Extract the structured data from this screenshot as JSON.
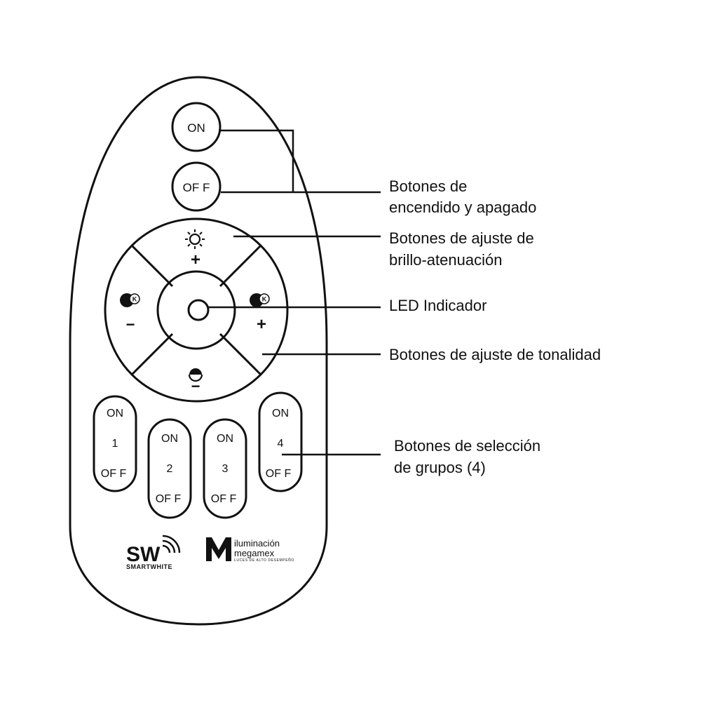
{
  "remote": {
    "power": {
      "on_label": "ON",
      "off_label": "OF F"
    },
    "dial": {
      "minus_symbol": "−",
      "plus_symbol": "+",
      "kelvin_letter": "K"
    },
    "groups": [
      {
        "on_label": "ON",
        "number": "1",
        "off_label": "OF F"
      },
      {
        "on_label": "ON",
        "number": "2",
        "off_label": "OF F"
      },
      {
        "on_label": "ON",
        "number": "3",
        "off_label": "OF F"
      },
      {
        "on_label": "ON",
        "number": "4",
        "off_label": "OF F"
      }
    ],
    "logos": {
      "sw_mark": "SW",
      "sw_sub_smart": "SMART",
      "sw_sub_white": "WHITE",
      "megamex_line1": "iluminación",
      "megamex_line2": "megamex",
      "megamex_tagline": "LUCES DE ALTO DESEMPEÑO"
    }
  },
  "callouts": {
    "power": {
      "line1": "Botones de",
      "line2": "encendido y apagado"
    },
    "brightness": {
      "line1": "Botones de ajuste de",
      "line2": "brillo-atenuación"
    },
    "led": {
      "line1": "LED Indicador"
    },
    "tone": {
      "line1": "Botones de ajuste de tonalidad"
    },
    "groups": {
      "line1": "Botones de selección",
      "line2": "de grupos (4)"
    }
  }
}
